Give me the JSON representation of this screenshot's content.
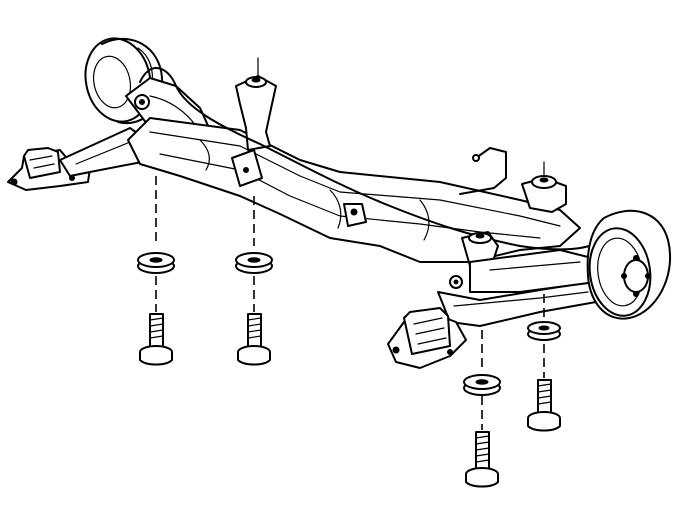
{
  "diagram": {
    "title": "",
    "labels": [],
    "components": [
      "rear-axle-assembly",
      "brake-drum-left",
      "brake-drum-right",
      "mount-bracket-left",
      "mount-bracket-right",
      "trailing-arm-left",
      "trailing-arm-right",
      "spring-seat-left",
      "spring-seat-right",
      "brake-line",
      "washer",
      "bolt"
    ],
    "fastener_sets": 4,
    "colors": {
      "line": "#000000",
      "background": "#ffffff"
    }
  }
}
